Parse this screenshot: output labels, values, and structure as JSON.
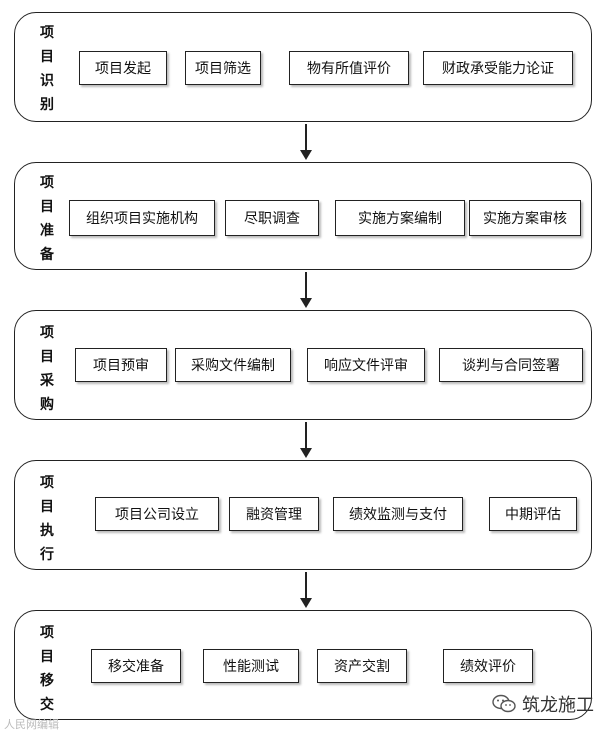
{
  "stages": [
    {
      "label": [
        "项",
        "目",
        "识",
        "别"
      ],
      "steps": [
        "项目发起",
        "项目筛选",
        "物有所值评价",
        "财政承受能力论证"
      ]
    },
    {
      "label": [
        "项",
        "目",
        "准",
        "备"
      ],
      "steps": [
        "组织项目实施机构",
        "尽职调查",
        "实施方案编制",
        "实施方案审核"
      ]
    },
    {
      "label": [
        "项",
        "目",
        "采",
        "购"
      ],
      "steps": [
        "项目预审",
        "采购文件编制",
        "响应文件评审",
        "谈判与合同签署"
      ]
    },
    {
      "label": [
        "项",
        "目",
        "执",
        "行"
      ],
      "steps": [
        "项目公司设立",
        "融资管理",
        "绩效监测与支付",
        "中期评估"
      ]
    },
    {
      "label": [
        "项",
        "目",
        "移",
        "交"
      ],
      "steps": [
        "移交准备",
        "性能测试",
        "资产交割",
        "绩效评价"
      ]
    }
  ],
  "watermark": {
    "brand": "筑龙施工",
    "faint": "人民网编辑"
  }
}
